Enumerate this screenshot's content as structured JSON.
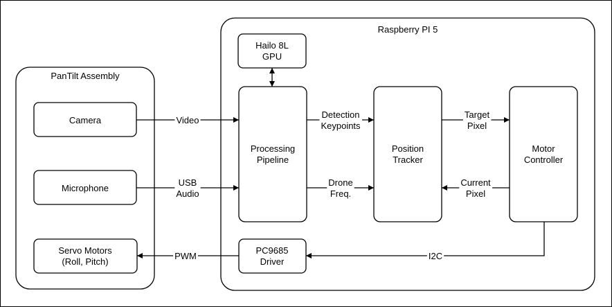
{
  "groups": {
    "pantilt": {
      "title": "PanTilt Assembly"
    },
    "raspberry": {
      "title": "Raspberry PI 5"
    }
  },
  "nodes": {
    "camera": {
      "label": [
        "Camera"
      ]
    },
    "microphone": {
      "label": [
        "Microphone"
      ]
    },
    "servo": {
      "label": [
        "Servo Motors",
        "(Roll, Pitch)"
      ]
    },
    "hailo": {
      "label": [
        "Hailo 8L",
        "GPU"
      ]
    },
    "processing": {
      "label": [
        "Processing",
        "Pipeline"
      ]
    },
    "tracker": {
      "label": [
        "Position",
        "Tracker"
      ]
    },
    "motor": {
      "label": [
        "Motor",
        "Controller"
      ]
    },
    "driver": {
      "label": [
        "PC9685",
        "Driver"
      ]
    }
  },
  "edges": {
    "video": {
      "label": [
        "Video"
      ]
    },
    "usb_audio": {
      "label": [
        "USB",
        "Audio"
      ]
    },
    "detection": {
      "label": [
        "Detection",
        "Keypoints"
      ]
    },
    "drone": {
      "label": [
        "Drone",
        "Freq."
      ]
    },
    "target": {
      "label": [
        "Target",
        "Pixel"
      ]
    },
    "current": {
      "label": [
        "Current",
        "Pixel"
      ]
    },
    "i2c": {
      "label": [
        "I2C"
      ]
    },
    "pwm": {
      "label": [
        "PWM"
      ]
    }
  }
}
